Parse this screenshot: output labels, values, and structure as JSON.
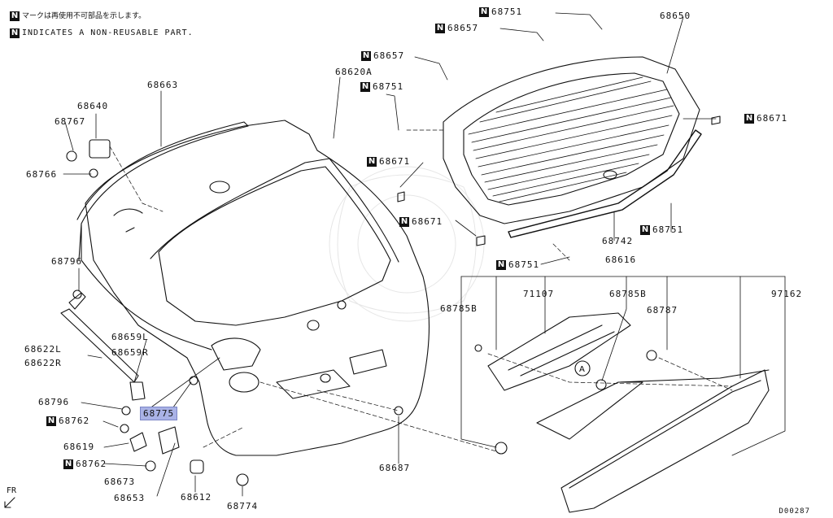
{
  "legend": {
    "mark": "N",
    "line_jp": "マークは再使用不可部品を示します。",
    "line_en": "INDICATES A NON-REUSABLE PART."
  },
  "orientation": "FR",
  "diagram_code": "D00287",
  "callout_circle": "A",
  "colors": {
    "highlight": "#a9b2e6",
    "ink": "#111111"
  },
  "parts": [
    {
      "id": "68751a",
      "text": "68751",
      "n": true
    },
    {
      "id": "68650",
      "text": "68650",
      "n": false
    },
    {
      "id": "68657a",
      "text": "68657",
      "n": true
    },
    {
      "id": "68657b",
      "text": "68657",
      "n": true
    },
    {
      "id": "68620A",
      "text": "68620A",
      "n": false
    },
    {
      "id": "68751b",
      "text": "68751",
      "n": true
    },
    {
      "id": "68671a",
      "text": "68671",
      "n": true
    },
    {
      "id": "68671b",
      "text": "68671",
      "n": true
    },
    {
      "id": "68671c",
      "text": "68671",
      "n": true
    },
    {
      "id": "68663",
      "text": "68663",
      "n": false
    },
    {
      "id": "68640",
      "text": "68640",
      "n": false
    },
    {
      "id": "68767",
      "text": "68767",
      "n": false
    },
    {
      "id": "68766",
      "text": "68766",
      "n": false
    },
    {
      "id": "68742",
      "text": "68742",
      "n": false
    },
    {
      "id": "68751c",
      "text": "68751",
      "n": true
    },
    {
      "id": "68751d",
      "text": "68751",
      "n": true
    },
    {
      "id": "68616",
      "text": "68616",
      "n": false
    },
    {
      "id": "71107",
      "text": "71107",
      "n": false
    },
    {
      "id": "68785B1",
      "text": "68785B",
      "n": false
    },
    {
      "id": "68785B2",
      "text": "68785B",
      "n": false
    },
    {
      "id": "97162",
      "text": "97162",
      "n": false
    },
    {
      "id": "68787",
      "text": "68787",
      "n": false
    },
    {
      "id": "68796a",
      "text": "68796",
      "n": false
    },
    {
      "id": "68622L",
      "text": "68622L",
      "n": false
    },
    {
      "id": "68622R",
      "text": "68622R",
      "n": false
    },
    {
      "id": "68659L",
      "text": "68659L",
      "n": false
    },
    {
      "id": "68659R",
      "text": "68659R",
      "n": false
    },
    {
      "id": "68796b",
      "text": "68796",
      "n": false
    },
    {
      "id": "68762a",
      "text": "68762",
      "n": true
    },
    {
      "id": "68775",
      "text": "68775",
      "n": false,
      "highlight": true
    },
    {
      "id": "68619",
      "text": "68619",
      "n": false
    },
    {
      "id": "68762b",
      "text": "68762",
      "n": true
    },
    {
      "id": "68673",
      "text": "68673",
      "n": false
    },
    {
      "id": "68653",
      "text": "68653",
      "n": false
    },
    {
      "id": "68612",
      "text": "68612",
      "n": false
    },
    {
      "id": "68774",
      "text": "68774",
      "n": false
    },
    {
      "id": "68687",
      "text": "68687",
      "n": false
    }
  ]
}
